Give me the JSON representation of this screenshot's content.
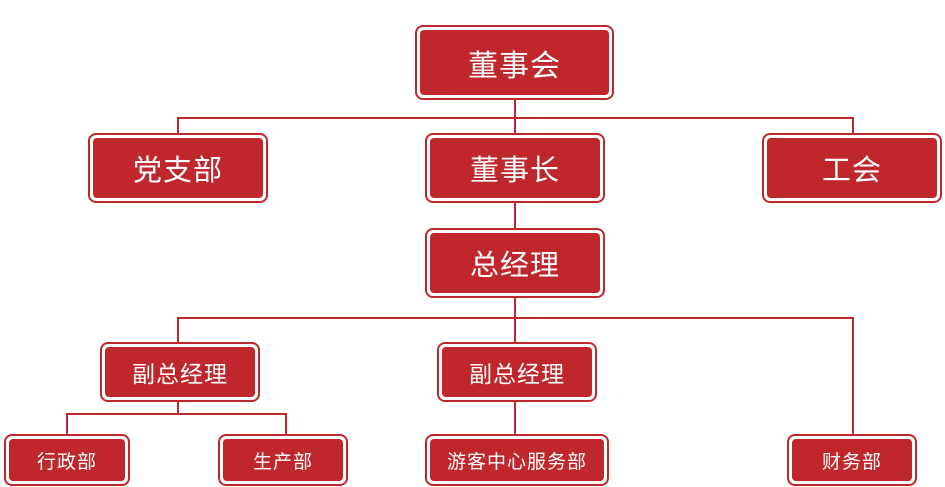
{
  "colors": {
    "accent": "#c0272d",
    "text_on_accent": "#ffffff",
    "background": "#ffffff"
  },
  "org_chart": {
    "board": "董事会",
    "party_branch": "党支部",
    "chairman": "董事长",
    "union": "工会",
    "general_manager": "总经理",
    "deputy_gm_1": "副总经理",
    "deputy_gm_2": "副总经理",
    "admin_dept": "行政部",
    "production_dept": "生产部",
    "visitor_center": "游客中心服务部",
    "finance_dept": "财务部"
  }
}
